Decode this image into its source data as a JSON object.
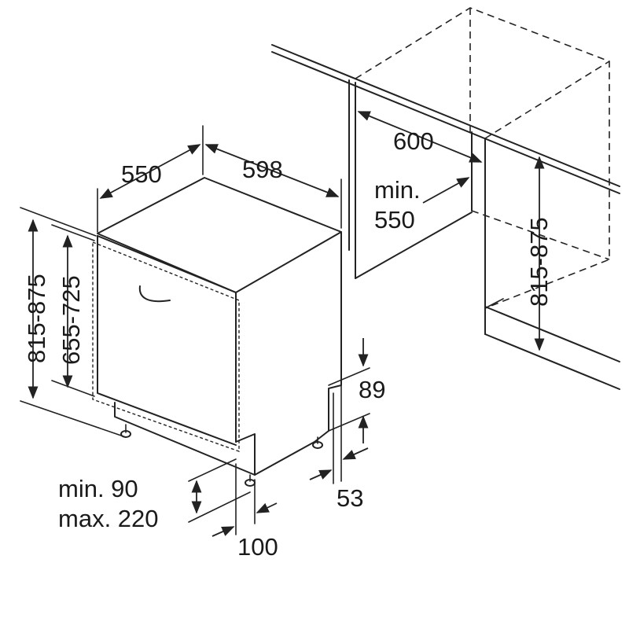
{
  "labels": {
    "width_depth": "550",
    "width_front": "598",
    "niche_width": "600",
    "niche_min_label": "min.",
    "niche_min_value": "550",
    "niche_height": "815-875",
    "total_height": "815-875",
    "door_height": "655-725",
    "plinth_top": "89",
    "plinth_bottom": "53",
    "foot_min": "min. 90",
    "foot_max": "max. 220",
    "foot_offset": "100"
  }
}
